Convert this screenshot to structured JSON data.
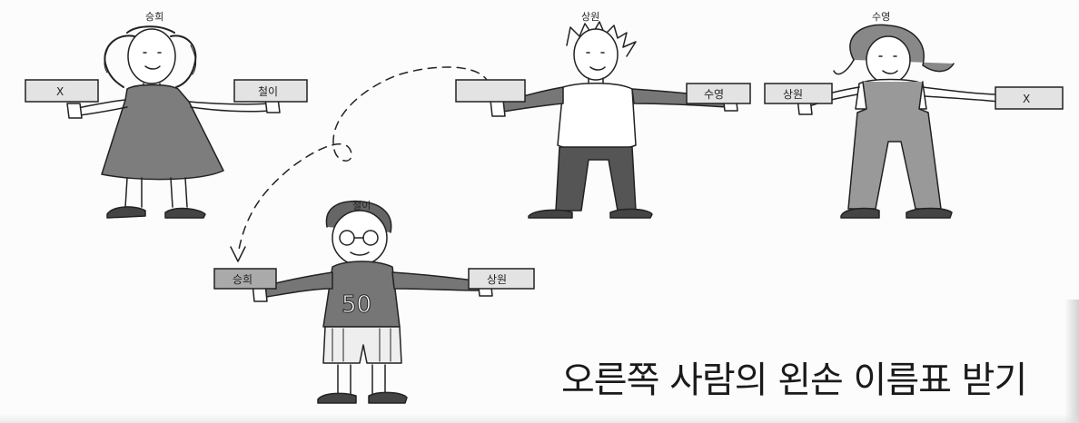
{
  "people": [
    {
      "id": "seunghee",
      "name": "승희",
      "left_card": "X",
      "right_card": "철이"
    },
    {
      "id": "sangwon",
      "name": "상원",
      "left_card": "",
      "right_card": "수영"
    },
    {
      "id": "suyeong",
      "name": "수영",
      "left_card": "상원",
      "right_card": "X"
    },
    {
      "id": "cheoli",
      "name": "철이",
      "left_card": "승희",
      "right_card": "상원",
      "shirt_text": "50"
    }
  ],
  "caption": "오른쪽 사람의 왼손 이름표 받기",
  "colors": {
    "ink": "#222222",
    "dress": "#7d7d7d",
    "card": "#e3e3e3",
    "card_dark": "#aaaaaa",
    "pants": "#8a8a8a",
    "sweater": "#767676"
  }
}
